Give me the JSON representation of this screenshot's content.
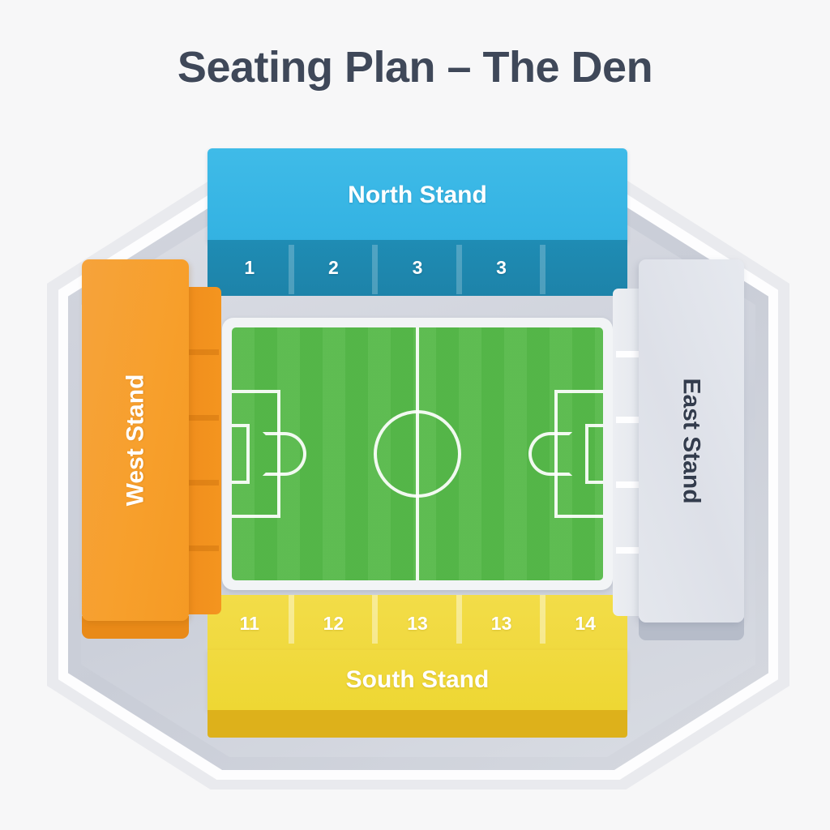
{
  "page": {
    "title": "Seating Plan – The Den",
    "background_color": "#f7f7f8",
    "title_color": "#3f4859"
  },
  "stadium": {
    "shell_color": "#d2d5de",
    "pitch": {
      "name": "pitch",
      "grass_color": "#56b949",
      "line_color": "#ffffff",
      "markings": [
        "halfway-line",
        "center-circle",
        "penalty-box-left",
        "penalty-box-right",
        "goal-box-left",
        "goal-box-right",
        "penalty-arc-left",
        "penalty-arc-right"
      ]
    },
    "stands": [
      {
        "id": "north",
        "label": "North Stand",
        "color": "#33b2e2",
        "block_row_color": "#1f8cb4",
        "label_color": "#ffffff",
        "blocks": [
          "1",
          "2",
          "3",
          "3",
          ""
        ]
      },
      {
        "id": "south",
        "label": "South Stand",
        "color": "#f1da40",
        "block_row_color": "#f3dd48",
        "foot_color": "#ddb11b",
        "label_color": "#ffffff",
        "blocks": [
          "11",
          "12",
          "13",
          "13",
          "14"
        ]
      },
      {
        "id": "west",
        "label": "West Stand",
        "color": "#f79f2b",
        "block_row_color": "#ef8c1c",
        "foot_color": "#e98a18",
        "label_color": "#ffffff",
        "blocks": [
          "",
          "",
          "",
          "",
          ""
        ]
      },
      {
        "id": "east",
        "label": "East Stand",
        "color": "#dde0e8",
        "block_row_color": "#e3e6ec",
        "foot_color": "#b6bcc9",
        "label_color": "#333c4d",
        "blocks": [
          "",
          "",
          "",
          "",
          ""
        ]
      }
    ]
  }
}
